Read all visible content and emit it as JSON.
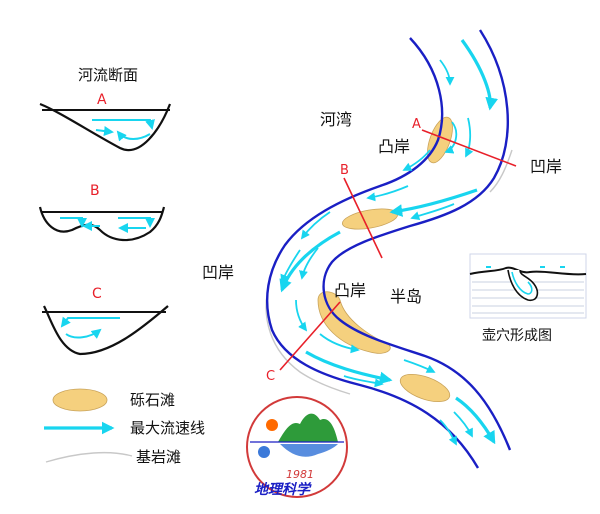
{
  "cross_sections": {
    "title": "河流断面",
    "a_label": "A",
    "b_label": "B",
    "c_label": "C"
  },
  "river": {
    "bend_label": "河湾",
    "convex_bank_top": "凸岸",
    "concave_bank_right": "凹岸",
    "concave_bank_left": "凹岸",
    "convex_bank_bottom": "凸岸",
    "peninsula": "半岛",
    "section_a": "A",
    "section_b": "B",
    "section_c": "C"
  },
  "pothole": {
    "caption": "壶穴形成图"
  },
  "legend": {
    "gravel": "砾石滩",
    "max_flow": "最大流速线",
    "bedrock": "基岩滩"
  },
  "logo": {
    "year": "1981",
    "text": "地理科学"
  },
  "colors": {
    "bank": "#1a1fc4",
    "flow": "#18d5ef",
    "gravel": "#f5d07e",
    "section_line": "#e8202a",
    "red_label": "#e8202a"
  }
}
